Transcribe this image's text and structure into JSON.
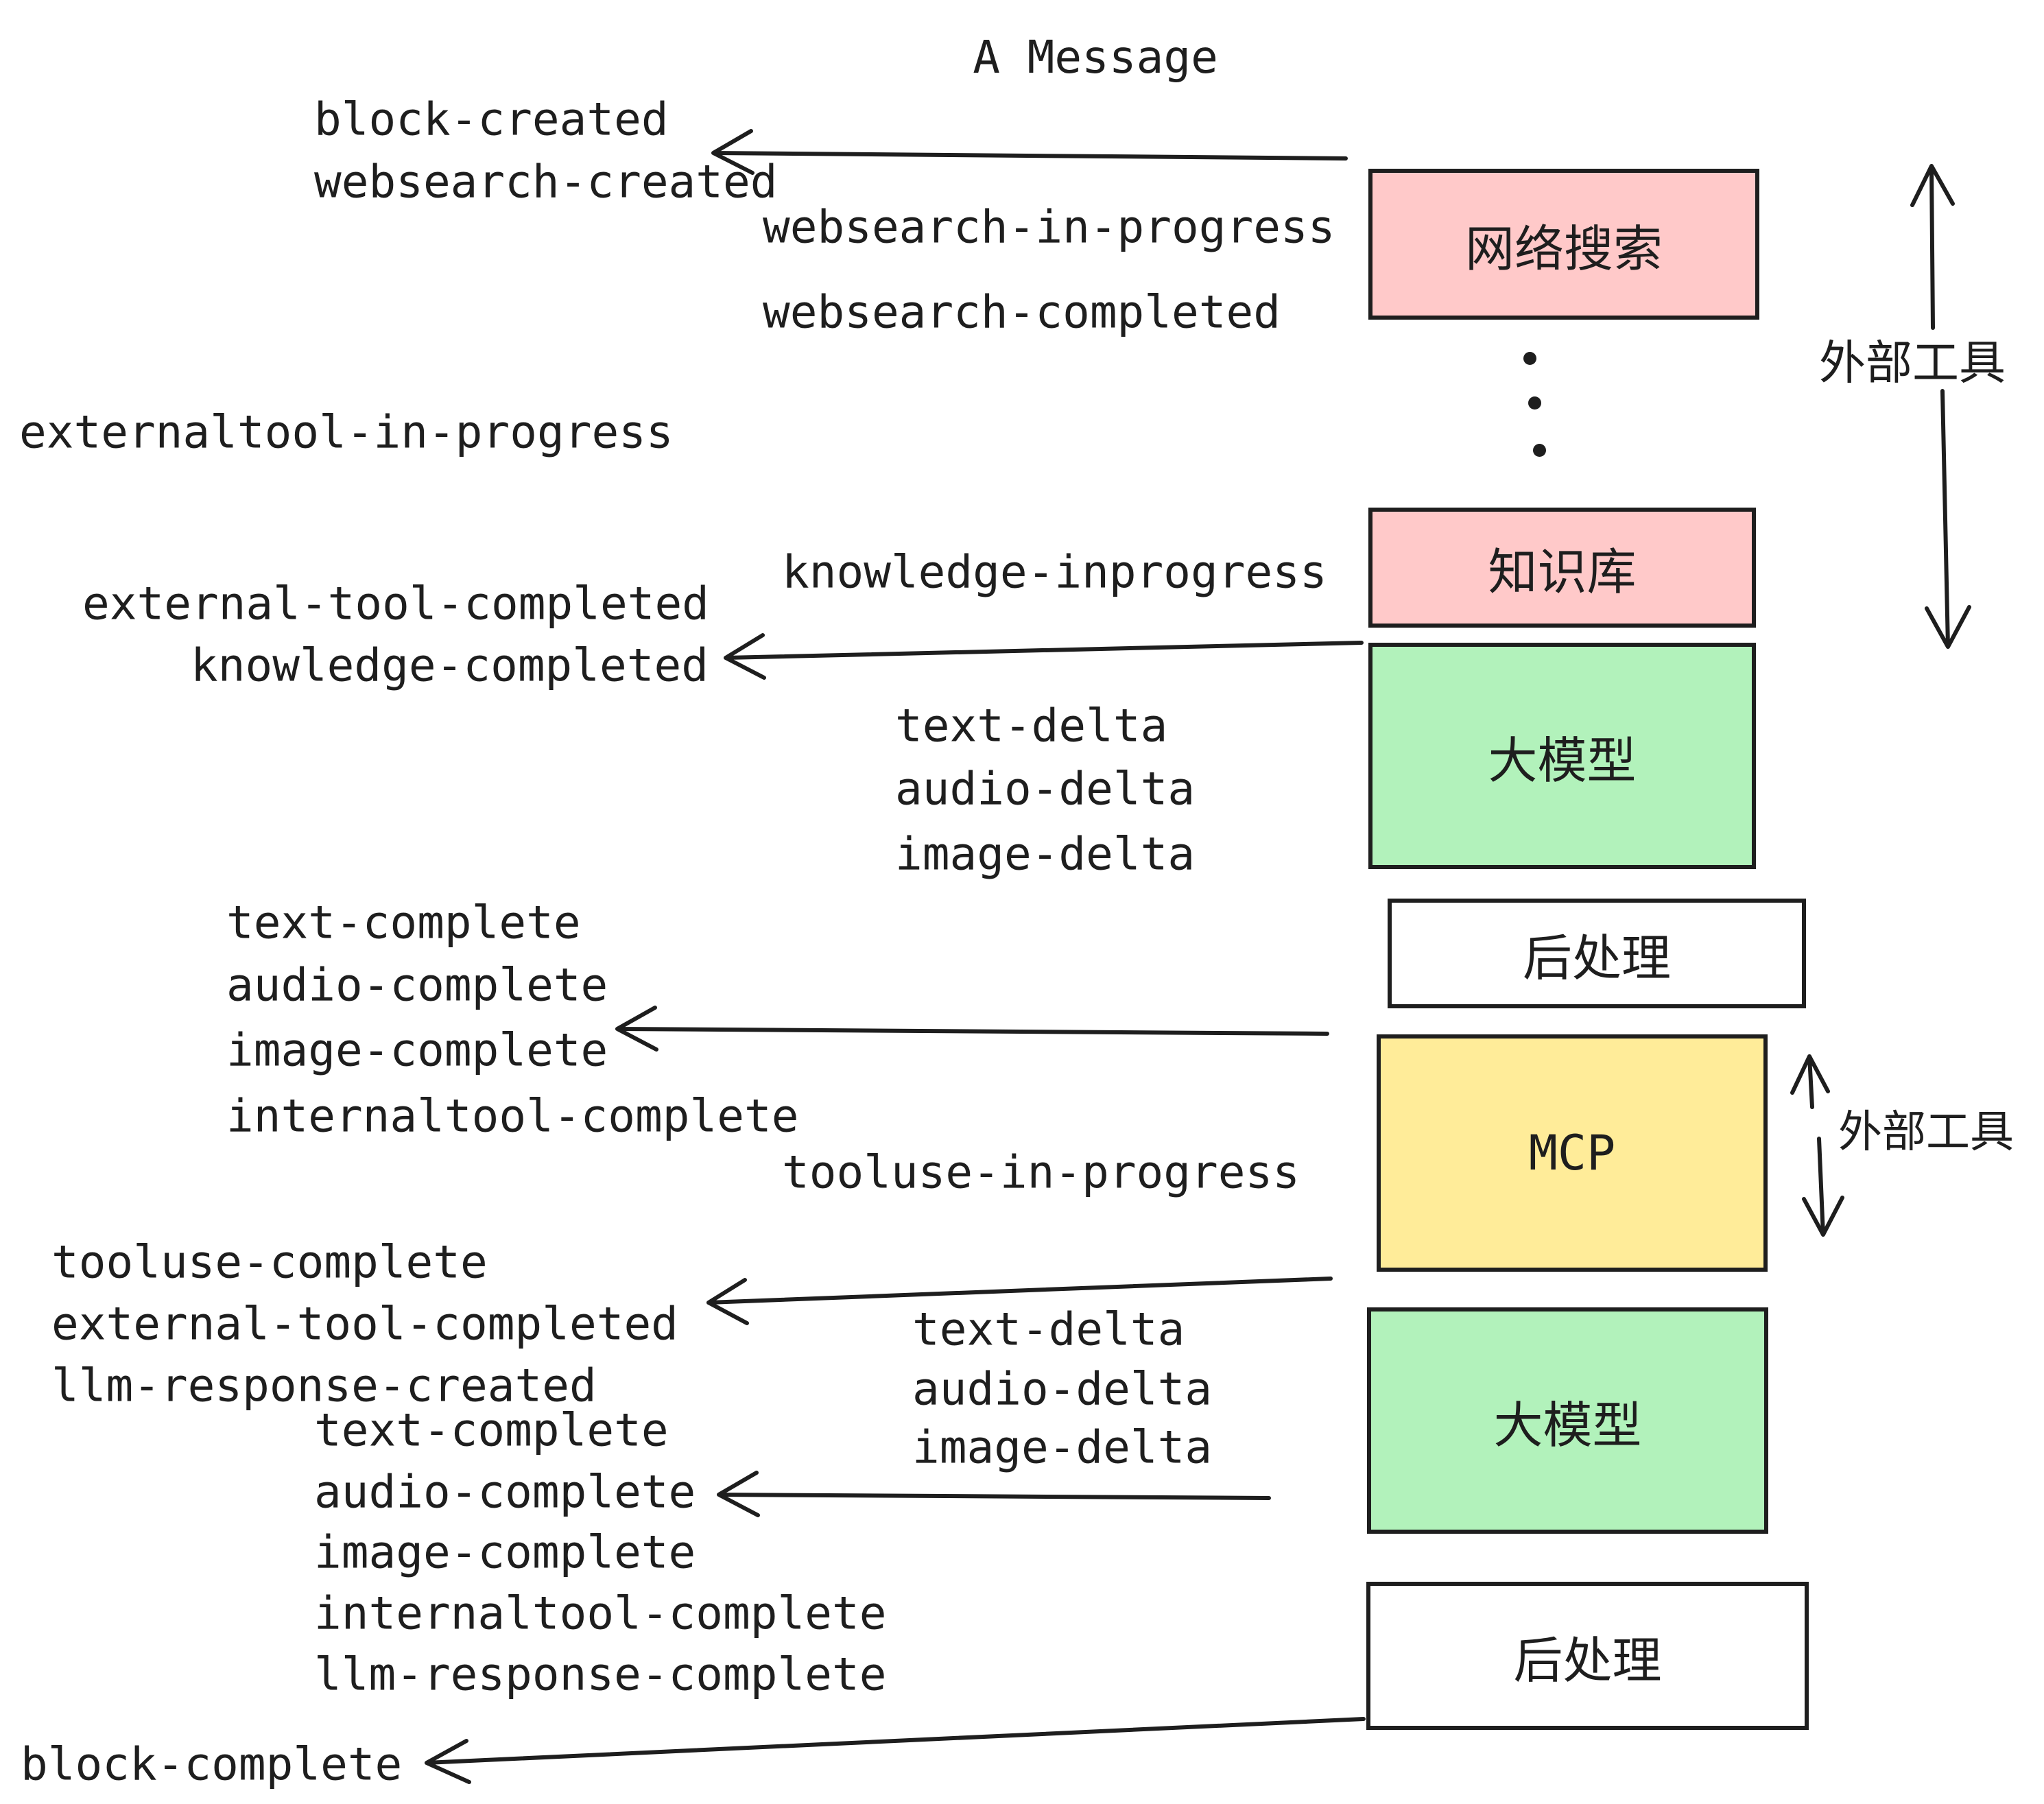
{
  "title": "A Message",
  "colors": {
    "pink": "#ffc9c9",
    "green": "#b2f2bb",
    "yellow": "#ffec99",
    "white": "#ffffff",
    "ink": "#1e1e1e"
  },
  "boxes": [
    {
      "label": "网络搜索",
      "fill": "pink"
    },
    {
      "label": "知识库",
      "fill": "pink"
    },
    {
      "label": "大模型",
      "fill": "green"
    },
    {
      "label": "后处理",
      "fill": "white"
    },
    {
      "label": "MCP",
      "fill": "yellow"
    },
    {
      "label": "大模型",
      "fill": "green"
    },
    {
      "label": "后处理",
      "fill": "white"
    }
  ],
  "side_labels": [
    {
      "text": "外部工具"
    },
    {
      "text": "外部工具"
    }
  ],
  "events": [
    {
      "text": "block-created"
    },
    {
      "text": "websearch-created"
    },
    {
      "text": "websearch-in-progress"
    },
    {
      "text": "websearch-completed"
    },
    {
      "text": "externaltool-in-progress"
    },
    {
      "text": "knowledge-inprogress"
    },
    {
      "text": "external-tool-completed"
    },
    {
      "text": "knowledge-completed"
    },
    {
      "text": "text-delta"
    },
    {
      "text": "audio-delta"
    },
    {
      "text": "image-delta"
    },
    {
      "text": "text-complete"
    },
    {
      "text": "audio-complete"
    },
    {
      "text": "image-complete"
    },
    {
      "text": "internaltool-complete"
    },
    {
      "text": "tooluse-in-progress"
    },
    {
      "text": "tooluse-complete"
    },
    {
      "text": "external-tool-completed"
    },
    {
      "text": "llm-response-created"
    },
    {
      "text": "text-complete"
    },
    {
      "text": "audio-complete"
    },
    {
      "text": "text-delta"
    },
    {
      "text": "audio-delta"
    },
    {
      "text": "image-delta"
    },
    {
      "text": "image-complete"
    },
    {
      "text": "internaltool-complete"
    },
    {
      "text": "llm-response-complete"
    },
    {
      "text": "block-complete"
    }
  ]
}
